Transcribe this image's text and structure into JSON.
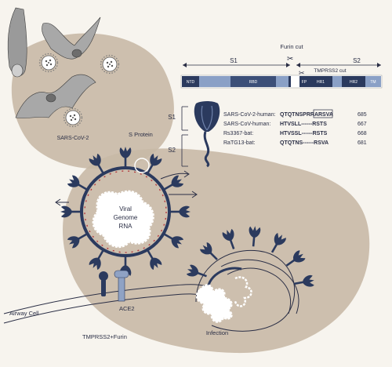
{
  "labels": {
    "virus": "SARS-CoV-2",
    "s_protein": "S Protein",
    "s1": "S1",
    "s2": "S2",
    "furin_cut": "Furin cut",
    "tmprss2_cut": "TMPRSS2 cut",
    "viral_genome": [
      "Viral",
      "Genome",
      "RNA"
    ],
    "airway_cell": "Airway Cell",
    "ace2": "ACE2",
    "tmprss2_furin": "TMPRSS2+Furin",
    "infection": "Infection"
  },
  "domains": [
    {
      "name": "NTD"
    },
    {
      "name": "RBD"
    },
    {
      "name": "FP"
    },
    {
      "name": "HR1"
    },
    {
      "name": "HR2"
    },
    {
      "name": "TM"
    }
  ],
  "alignment": [
    {
      "species": "SARS-CoV-2-human:",
      "seq": "QTQTNSPRRARSVA",
      "pos": "685"
    },
    {
      "species": "SARS-CoV-human:",
      "seq": "HTVSLL------RSTS",
      "pos": "667"
    },
    {
      "species": "Rs3367-bat:",
      "seq": "HTVSSL------RSTS",
      "pos": "668"
    },
    {
      "species": "RaTG13-bat:",
      "seq": "QTQTNS------RSVA",
      "pos": "681"
    }
  ],
  "colors": {
    "navy": "#2b3a5e",
    "blue": "#7d8fb5",
    "blob": "#c8b9a6",
    "receptor": "#8fa2c4"
  }
}
